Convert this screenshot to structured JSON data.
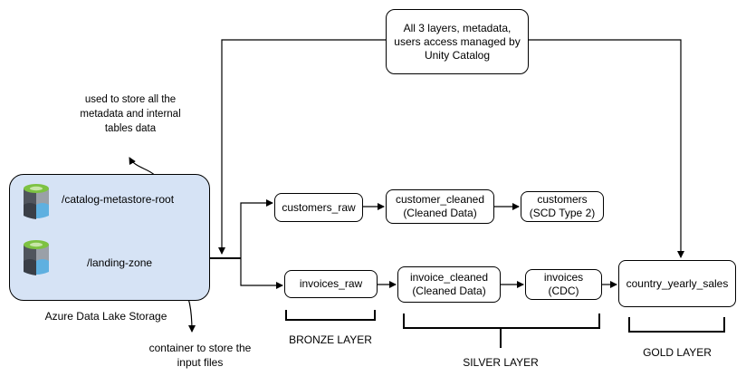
{
  "catalog_note": {
    "line1": "All 3 layers, metadata,",
    "line2": "users access managed by",
    "line3": "Unity Catalog"
  },
  "metastore_note": {
    "line1": "used to store all the",
    "line2": "metadata and internal",
    "line3": "tables data"
  },
  "storage": {
    "metastore_label": "/catalog-metastore-root",
    "landing_label": "/landing-zone",
    "caption": "Azure Data Lake Storage",
    "icon": "azure-storage-container-icon"
  },
  "landing_note": {
    "line1": "container to store the",
    "line2": "input files"
  },
  "nodes": {
    "customers_raw": "customers_raw",
    "customer_cleaned": {
      "line1": "customer_cleaned",
      "line2": "(Cleaned Data)"
    },
    "customers": {
      "line1": "customers",
      "line2": "(SCD Type 2)"
    },
    "invoices_raw": "invoices_raw",
    "invoice_cleaned": {
      "line1": "invoice_cleaned",
      "line2": "(Cleaned Data)"
    },
    "invoices": {
      "line1": "invoices",
      "line2": "(CDC)"
    },
    "country_yearly_sales": "country_yearly_sales"
  },
  "layers": {
    "bronze": "BRONZE LAYER",
    "silver": "SILVER LAYER",
    "gold": "GOLD LAYER"
  },
  "colors": {
    "storage_fill": "#d6e3f5",
    "icon_top": "#7dc242",
    "icon_body_dark": "#3a3f47",
    "icon_body_blue": "#5fb0e0"
  }
}
